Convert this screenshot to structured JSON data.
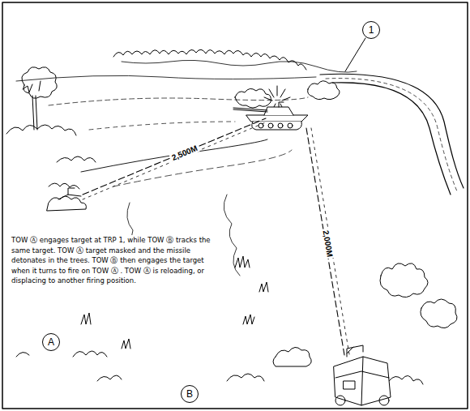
{
  "diagram": {
    "caption": "TOW Ⓐ engages target at TRP 1, while TOW Ⓑ tracks the same target. TOW Ⓐ target masked and the missile detonates in the trees. TOW Ⓑ then engages the target when it turns to fire on TOW Ⓐ . TOW Ⓐ is reloading, or displacing to another firing position.",
    "nodes": [
      {
        "text": [
          "1"
        ]
      },
      {
        "text": [
          "A"
        ]
      },
      {
        "text": [
          "B"
        ]
      }
    ],
    "labels": [
      "2,500M",
      "2,000M"
    ]
  }
}
